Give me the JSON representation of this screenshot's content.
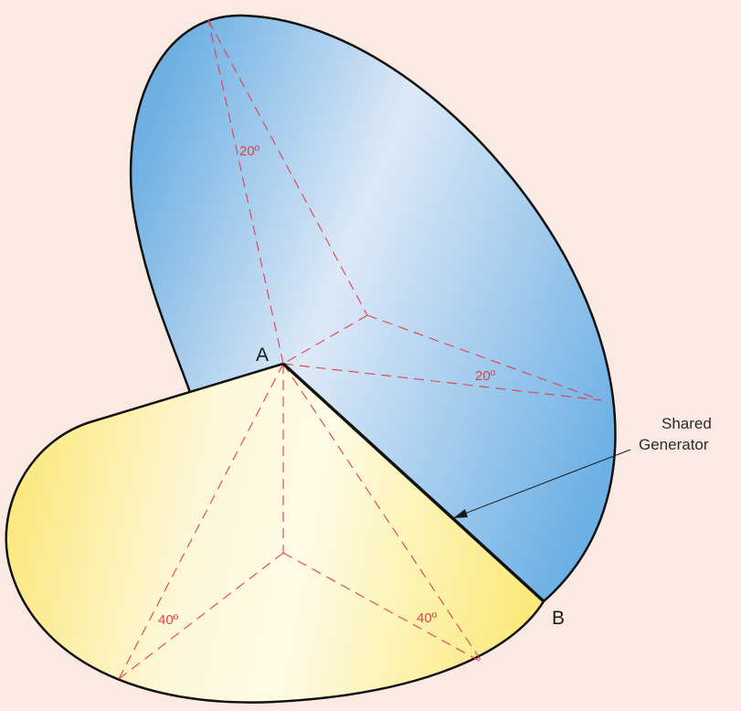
{
  "labels": {
    "apex": "A",
    "end": "B",
    "callout_line1": "Shared",
    "callout_line2": "Generator"
  },
  "angles": {
    "blue_top": "20º",
    "blue_right": "20º",
    "yellow_left": "40º",
    "yellow_right": "40º"
  },
  "colors": {
    "background": "#fbe9e3",
    "blue_cone_light": "#dde9f7",
    "blue_cone_dark": "#6fb0e3",
    "yellow_cone_light": "#fefbe6",
    "yellow_cone_dark": "#fbe878",
    "construction_lines": "#e0404a",
    "outline": "#111111"
  }
}
